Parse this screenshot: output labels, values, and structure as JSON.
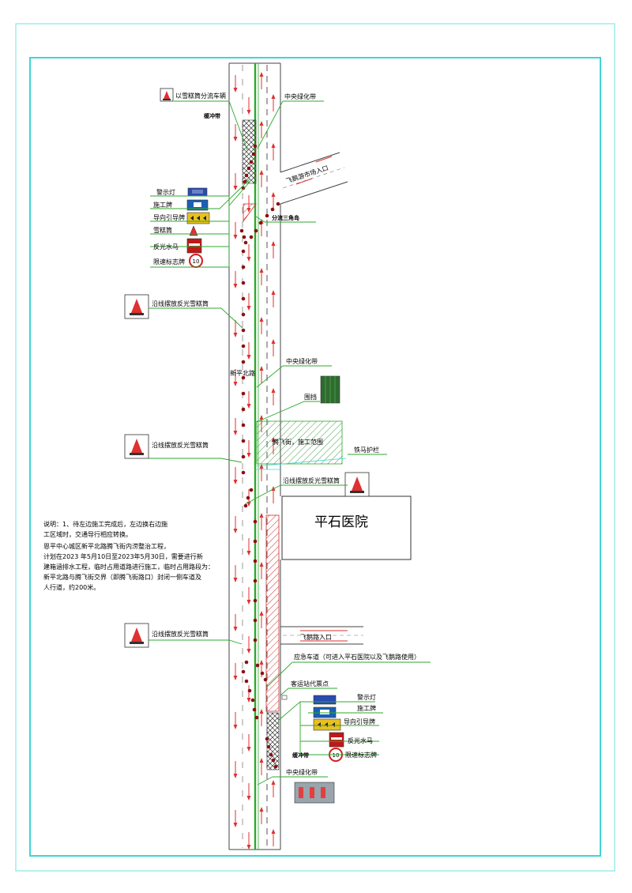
{
  "labels": {
    "cone_divert": "以雪糕筒分流车辆",
    "median_green_1": "中央绿化带",
    "buffer_zone_1": "缓冲带",
    "market_entrance": "飞鹅游市场入口",
    "warning_light_1": "警示灯",
    "work_sign_1": "施工牌",
    "guide_sign_1": "导向引导牌",
    "cone_1": "雪糕筒",
    "water_barrier_1": "反光水马",
    "speed_sign_1": "限速标志牌",
    "diversion_triangle": "分流三角岛",
    "cones_line_1": "沿线摆放反光雪糕筒",
    "road_name": "新平北路",
    "median_green_2": "中央绿化带",
    "enclosure": "围挡",
    "work_area": "腾飞街，施工范围",
    "iron_horse": "铁马护栏",
    "cones_line_2": "沿线摆放反光雪糕筒",
    "cones_line_3": "沿线摆放反光雪糕筒",
    "hospital": "平石医院",
    "cones_line_4": "沿线摆放反光雪糕筒",
    "feie_road_entrance": "飞鹅路入口",
    "emergency_lane": "应急车道（可进入平石医院以及飞鹅路使用）",
    "bus_stop": "客运站代票点",
    "warning_light_2": "警示灯",
    "work_sign_2": "施工牌",
    "guide_sign_2": "导向引导牌",
    "water_barrier_2": "反光水马",
    "speed_sign_2": "限速标志牌",
    "buffer_zone_2": "缓冲带",
    "median_green_3": "中央绿化带",
    "speed_value": "10"
  },
  "notes": {
    "line1": "说明：1、待左边施工完成后，左边换右边施",
    "line2": "工区域时，交通导行相应转换。",
    "line3": "恩平中心城区新平北路腾飞街内涝整治工程，",
    "line4": "计划在2023 年5月10日至2023年5月30日，需要进行新",
    "line5": "建箱涵排水工程，临时占用道路进行施工，临时占用路段为：",
    "line6": "新平北路与腾飞街交界（即腾飞街路口）封闭一侧车道及",
    "line7": "人行道，约200米。"
  },
  "colors": {
    "frame": "#3fd6d6",
    "leader": "#2ea82e",
    "arrow": "#e03030",
    "cone": "#8b1010",
    "hatch": "#d03030"
  }
}
